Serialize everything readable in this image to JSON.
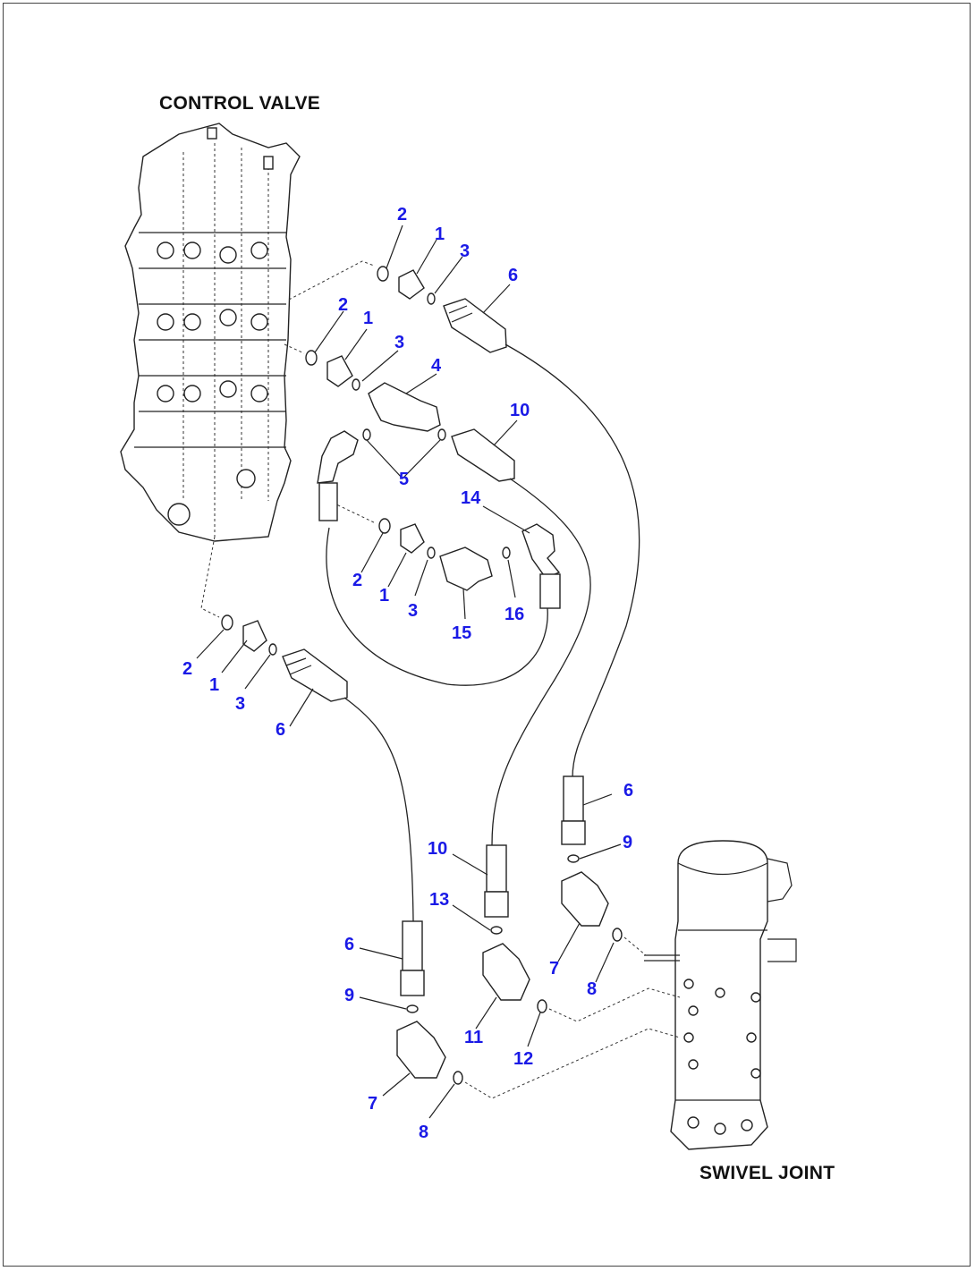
{
  "labels": {
    "control_valve": "CONTROL VALVE",
    "swivel_joint": "SWIVEL JOINT"
  },
  "callouts": [
    {
      "id": "c1",
      "text": "2"
    },
    {
      "id": "c2",
      "text": "1"
    },
    {
      "id": "c3",
      "text": "3"
    },
    {
      "id": "c4",
      "text": "6"
    },
    {
      "id": "c5",
      "text": "2"
    },
    {
      "id": "c6",
      "text": "1"
    },
    {
      "id": "c7",
      "text": "3"
    },
    {
      "id": "c8",
      "text": "4"
    },
    {
      "id": "c9",
      "text": "10"
    },
    {
      "id": "c10",
      "text": "5"
    },
    {
      "id": "c11",
      "text": "14"
    },
    {
      "id": "c12",
      "text": "2"
    },
    {
      "id": "c13",
      "text": "1"
    },
    {
      "id": "c14",
      "text": "3"
    },
    {
      "id": "c15",
      "text": "15"
    },
    {
      "id": "c16",
      "text": "16"
    },
    {
      "id": "c17",
      "text": "2"
    },
    {
      "id": "c18",
      "text": "1"
    },
    {
      "id": "c19",
      "text": "3"
    },
    {
      "id": "c20",
      "text": "6"
    },
    {
      "id": "c21",
      "text": "6"
    },
    {
      "id": "c22",
      "text": "9"
    },
    {
      "id": "c23",
      "text": "10"
    },
    {
      "id": "c24",
      "text": "13"
    },
    {
      "id": "c25",
      "text": "7"
    },
    {
      "id": "c26",
      "text": "8"
    },
    {
      "id": "c27",
      "text": "6"
    },
    {
      "id": "c28",
      "text": "9"
    },
    {
      "id": "c29",
      "text": "11"
    },
    {
      "id": "c30",
      "text": "12"
    },
    {
      "id": "c31",
      "text": "7"
    },
    {
      "id": "c32",
      "text": "8"
    }
  ],
  "colors": {
    "callout": "#1a1ae6",
    "line": "#222222"
  }
}
